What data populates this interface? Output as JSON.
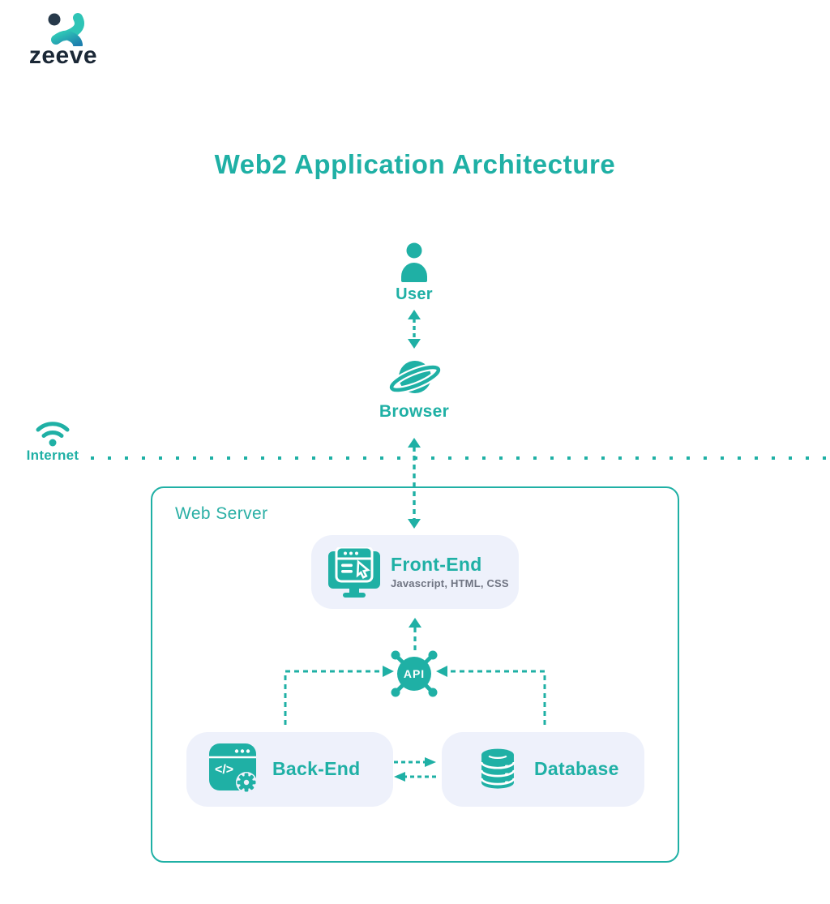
{
  "brand": {
    "name": "zeeve"
  },
  "title": "Web2 Application Architecture",
  "colors": {
    "teal": "#1fb0a5",
    "navy": "#1b2836",
    "logo_blue": "#1e7fae",
    "card_bg": "#eef1fb",
    "subtitle_gray": "#6f7482"
  },
  "diagram": {
    "user": {
      "label": "User",
      "icon": "user-icon"
    },
    "browser": {
      "label": "Browser",
      "icon": "planet-icon"
    },
    "internet": {
      "label": "Internet",
      "icon": "wifi-icon"
    },
    "web_server": {
      "label": "Web Server"
    },
    "front_end": {
      "title": "Front-End",
      "subtitle": "Javascript, HTML, CSS",
      "icon": "monitor-browser-icon"
    },
    "api": {
      "label": "API",
      "icon": "api-hub-icon"
    },
    "back_end": {
      "title": "Back-End",
      "icon": "code-window-gear-icon"
    },
    "database": {
      "title": "Database",
      "icon": "database-icon"
    }
  }
}
